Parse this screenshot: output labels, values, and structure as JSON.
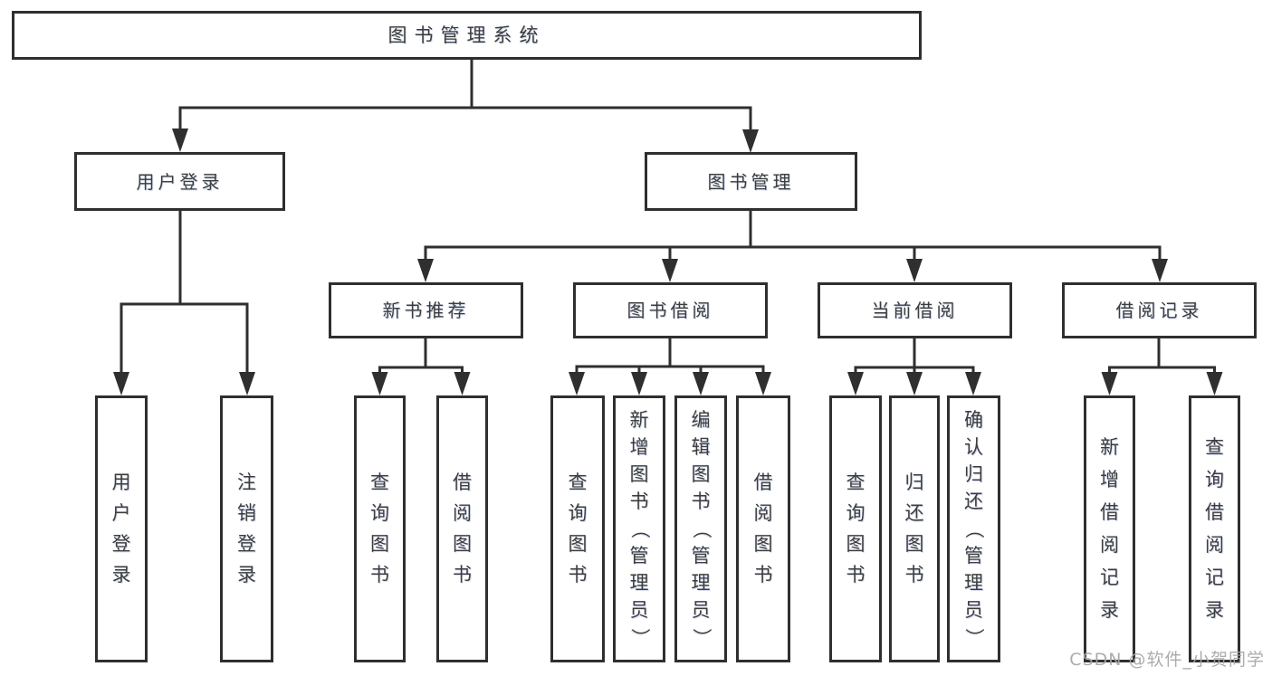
{
  "diagram_type": "hierarchy-tree",
  "tree": {
    "root": {
      "label": "图书管理系统",
      "children": [
        {
          "label": "用户登录",
          "children": [
            {
              "label": "用户登录"
            },
            {
              "label": "注销登录"
            }
          ]
        },
        {
          "label": "图书管理",
          "children": [
            {
              "label": "新书推荐",
              "children": [
                {
                  "label": "查询图书"
                },
                {
                  "label": "借阅图书"
                }
              ]
            },
            {
              "label": "图书借阅",
              "children": [
                {
                  "label": "查询图书"
                },
                {
                  "label": "新增图书（管理员）"
                },
                {
                  "label": "编辑图书（管理员）"
                },
                {
                  "label": "借阅图书"
                }
              ]
            },
            {
              "label": "当前借阅",
              "children": [
                {
                  "label": "查询图书"
                },
                {
                  "label": "归还图书"
                },
                {
                  "label": "确认归还（管理员）"
                }
              ]
            },
            {
              "label": "借阅记录",
              "children": [
                {
                  "label": "新增借阅记录"
                },
                {
                  "label": "查询借阅记录"
                }
              ]
            }
          ]
        }
      ]
    }
  },
  "watermark": {
    "text": "CSDN @软件_小贺同学"
  },
  "colors": {
    "line": "#2f2f2f",
    "text": "#3d3d3d",
    "watermark": "#a6a6a6",
    "bg": "#ffffff"
  }
}
